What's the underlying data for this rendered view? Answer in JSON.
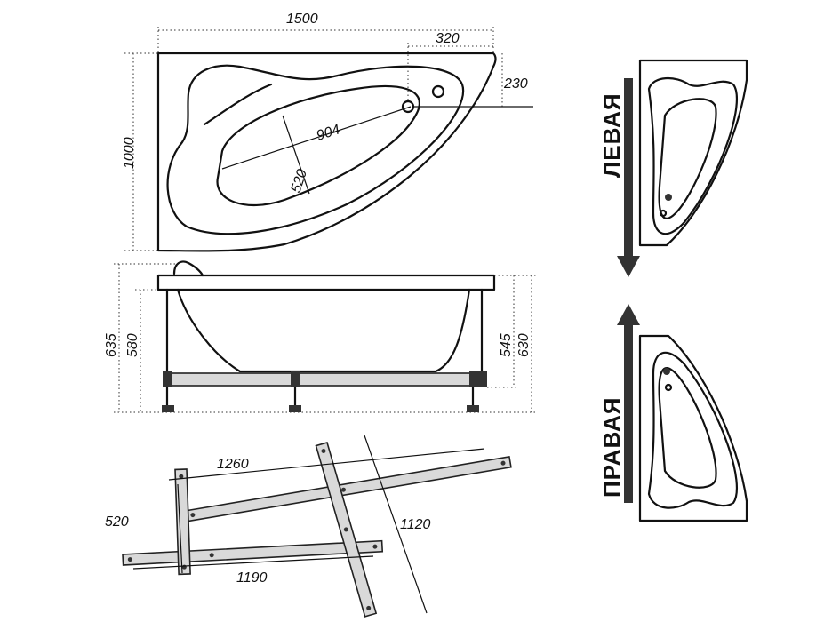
{
  "top_view": {
    "width_label": "1500",
    "depth_label": "1000",
    "drain_offset_label": "320",
    "drain_depth_label": "230",
    "basin_length_label": "904",
    "basin_width_label": "520"
  },
  "front_view": {
    "total_height_label": "635",
    "tub_height_label": "580",
    "rim_height_label": "545",
    "frame_height_label": "630"
  },
  "frame_view": {
    "length_a_label": "1260",
    "length_b_label": "1190",
    "length_c_label": "1120",
    "width_label": "520"
  },
  "orientation": {
    "left_label": "ЛЕВАЯ",
    "right_label": "ПРАВАЯ"
  }
}
